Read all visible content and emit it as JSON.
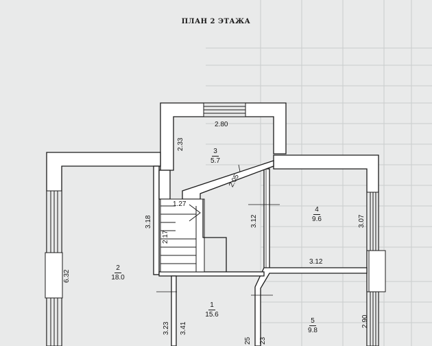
{
  "title": "ПЛАН 2 ЭТАЖА",
  "rooms": [
    {
      "id": "1",
      "area": "15.6"
    },
    {
      "id": "2",
      "area": "18.0"
    },
    {
      "id": "3",
      "area": "5.7"
    },
    {
      "id": "4",
      "area": "9.6"
    },
    {
      "id": "5",
      "area": "9.8"
    }
  ],
  "dimensions": [
    "2.80",
    "2.33",
    "2.05",
    "1.27",
    "3.18",
    "2.17",
    "3.12",
    "3.07",
    "6.32",
    "3.12",
    "3.23",
    "3.41",
    "2.90",
    "25",
    "23"
  ],
  "colors": {
    "paper": "#e9eaea",
    "wall": "#ffffff",
    "line": "#1a1a1a",
    "grid": "#c9cccc"
  }
}
